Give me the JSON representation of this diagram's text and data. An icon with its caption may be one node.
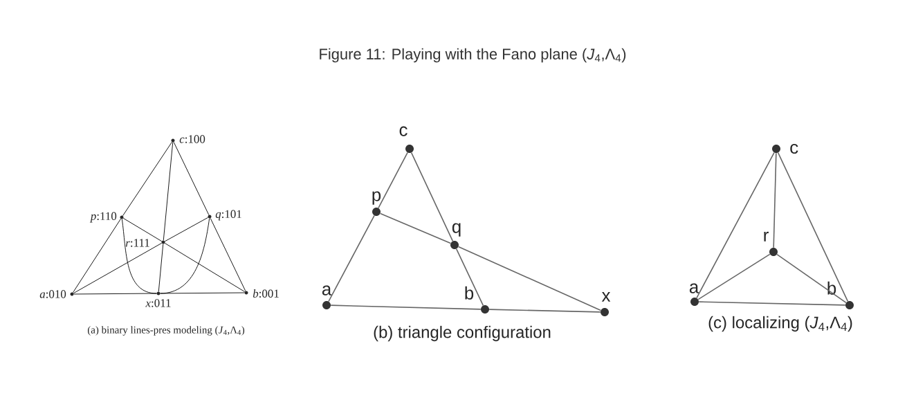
{
  "diagram": {
    "title": "Figure 11: Playing with the Fano plane (*J*$_{4}$,Λ$_{4}$)",
    "nodes": [
      {
        "text": [
          "*c*:100"
        ]
      },
      {
        "text": [
          "*p*:110"
        ]
      },
      {
        "text": [
          "*q*:101"
        ]
      },
      {
        "text": [
          "*r*:111"
        ]
      },
      {
        "text": [
          "*a*:010"
        ]
      },
      {
        "text": [
          "*x*:011"
        ]
      },
      {
        "text": [
          "*b*:001"
        ]
      },
      {
        "text": [
          "c"
        ]
      },
      {
        "text": [
          "p"
        ]
      },
      {
        "text": [
          "q"
        ]
      },
      {
        "text": [
          "a"
        ]
      },
      {
        "text": [
          "b"
        ]
      },
      {
        "text": [
          "x"
        ]
      },
      {
        "text": [
          "c"
        ]
      },
      {
        "text": [
          "r"
        ]
      },
      {
        "text": [
          "a"
        ]
      },
      {
        "text": [
          "b"
        ]
      }
    ],
    "edges": [
      {
        "from": 4,
        "to": 1,
        "arrow": "none"
      },
      {
        "from": 1,
        "to": 0,
        "arrow": "none"
      },
      {
        "from": 0,
        "to": 2,
        "arrow": "none"
      },
      {
        "from": 2,
        "to": 6,
        "arrow": "none"
      },
      {
        "from": 4,
        "to": 5,
        "arrow": "none"
      },
      {
        "from": 5,
        "to": 6,
        "arrow": "none"
      },
      {
        "from": 4,
        "to": 3,
        "arrow": "none"
      },
      {
        "from": 3,
        "to": 2,
        "arrow": "none"
      },
      {
        "from": 6,
        "to": 3,
        "arrow": "none"
      },
      {
        "from": 3,
        "to": 1,
        "arrow": "none"
      },
      {
        "from": 0,
        "to": 3,
        "arrow": "none"
      },
      {
        "from": 3,
        "to": 5,
        "arrow": "none"
      },
      {
        "from": 1,
        "to": 5,
        "arrow": "none"
      },
      {
        "from": 5,
        "to": 2,
        "arrow": "none"
      },
      {
        "from": 7,
        "to": 8,
        "arrow": "none",
        "color": "#666666"
      },
      {
        "from": 8,
        "to": 10,
        "arrow": "none",
        "color": "#666666"
      },
      {
        "from": 7,
        "to": 9,
        "arrow": "none",
        "color": "#666666"
      },
      {
        "from": 9,
        "to": 11,
        "arrow": "none",
        "color": "#666666"
      },
      {
        "from": 8,
        "to": 9,
        "arrow": "none",
        "color": "#666666"
      },
      {
        "from": 9,
        "to": 12,
        "arrow": "none",
        "color": "#666666"
      },
      {
        "from": 10,
        "to": 11,
        "arrow": "none",
        "color": "#666666"
      },
      {
        "from": 11,
        "to": 12,
        "arrow": "none",
        "color": "#666666"
      },
      {
        "from": 13,
        "to": 15,
        "arrow": "none",
        "color": "#666666"
      },
      {
        "from": 13,
        "to": 16,
        "arrow": "none",
        "color": "#666666"
      },
      {
        "from": 13,
        "to": 14,
        "arrow": "none",
        "color": "#666666"
      },
      {
        "from": 14,
        "to": 15,
        "arrow": "none",
        "color": "#666666"
      },
      {
        "from": 14,
        "to": 16,
        "arrow": "none",
        "color": "#666666"
      },
      {
        "from": 15,
        "to": 16,
        "arrow": "none",
        "color": "#666666"
      }
    ],
    "labels": [
      "(a) binary lines-pres modeling (*J*$_{4}$,Λ$_{4}$)",
      "(b) triangle configuration",
      "(c) localizing (*J*$_{4}$,Λ$_{4}$)"
    ]
  }
}
